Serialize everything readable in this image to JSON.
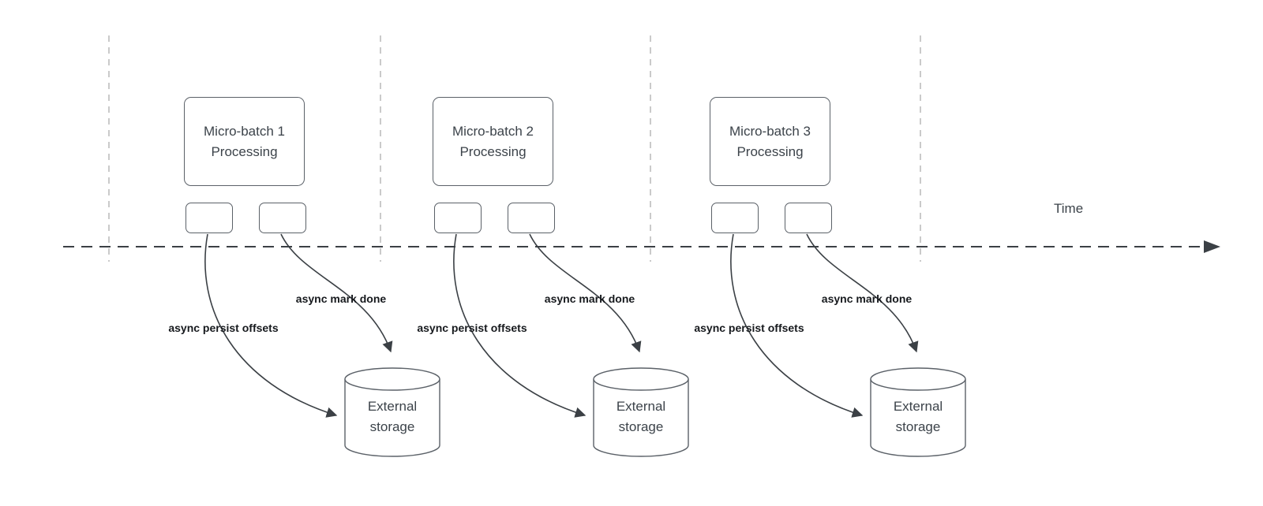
{
  "timeline": {
    "label": "Time"
  },
  "groups": [
    {
      "box_line1": "Micro-batch 1",
      "box_line2": "Processing",
      "persist_label": "async persist offsets",
      "mark_done_label": "async mark done",
      "storage_line1": "External",
      "storage_line2": "storage"
    },
    {
      "box_line1": "Micro-batch 2",
      "box_line2": "Processing",
      "persist_label": "async persist offsets",
      "mark_done_label": "async mark done",
      "storage_line1": "External",
      "storage_line2": "storage"
    },
    {
      "box_line1": "Micro-batch 3",
      "box_line2": "Processing",
      "persist_label": "async persist offsets",
      "mark_done_label": "async mark done",
      "storage_line1": "External",
      "storage_line2": "storage"
    }
  ],
  "colors": {
    "shape_border": "#5b6168",
    "arrow": "#3b4045",
    "gridline": "#b3b3b3",
    "text": "#3c434a",
    "label_text": "#16191d"
  }
}
